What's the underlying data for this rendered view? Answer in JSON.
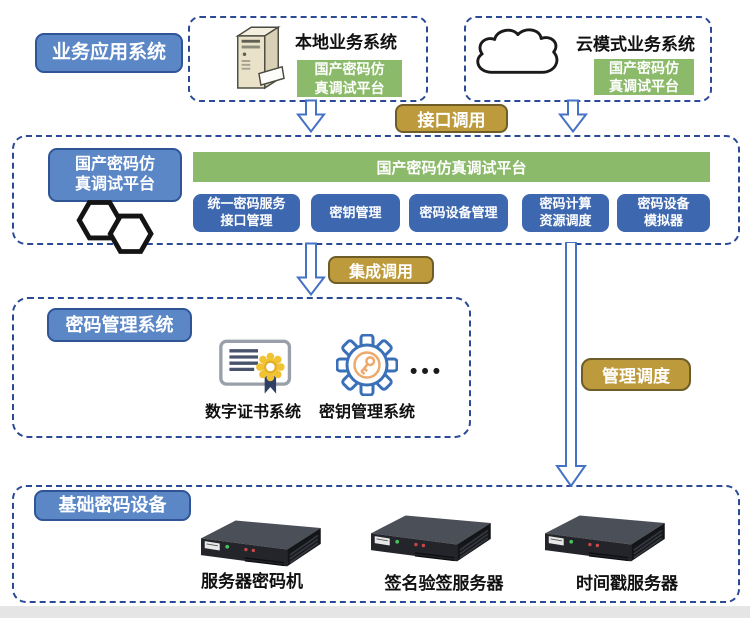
{
  "colors": {
    "label_blue": "#5b87c7",
    "label_blue_border": "#2f5597",
    "green": "#8cba6b",
    "module_blue": "#3d68b0",
    "gold": "#bd9a3b",
    "dash_blue": "#2b4a96",
    "arrow_blue": "#4472c4",
    "footer_gray": "#e5e5e5"
  },
  "top": {
    "side_label": "业务应用系统",
    "local": {
      "title": "本地业务系统",
      "badge": "国产密码仿\n真调试平台"
    },
    "cloud": {
      "title": "云模式业务系统",
      "badge": "国产密码仿\n真调试平台"
    }
  },
  "connectors": {
    "interface_call": "接口调用",
    "integration_call": "集成调用",
    "management_dispatch": "管理调度"
  },
  "platform": {
    "side_label": "国产密码仿\n真调试平台",
    "bar_title": "国产密码仿真调试平台",
    "modules": [
      {
        "label": "统一密码服务\n接口管理"
      },
      {
        "label": "密钥管理"
      },
      {
        "label": "密码设备管理"
      },
      {
        "label": "密码计算\n资源调度"
      },
      {
        "label": "密码设备\n模拟器"
      }
    ]
  },
  "management": {
    "side_label": "密码管理系统",
    "items": [
      {
        "label": "数字证书系统"
      },
      {
        "label": "密钥管理系统"
      }
    ],
    "ellipsis": "•••"
  },
  "devices": {
    "side_label": "基础密码设备",
    "items": [
      {
        "label": "服务器密码机"
      },
      {
        "label": "签名验签服务器"
      },
      {
        "label": "时间戳服务器"
      }
    ]
  }
}
